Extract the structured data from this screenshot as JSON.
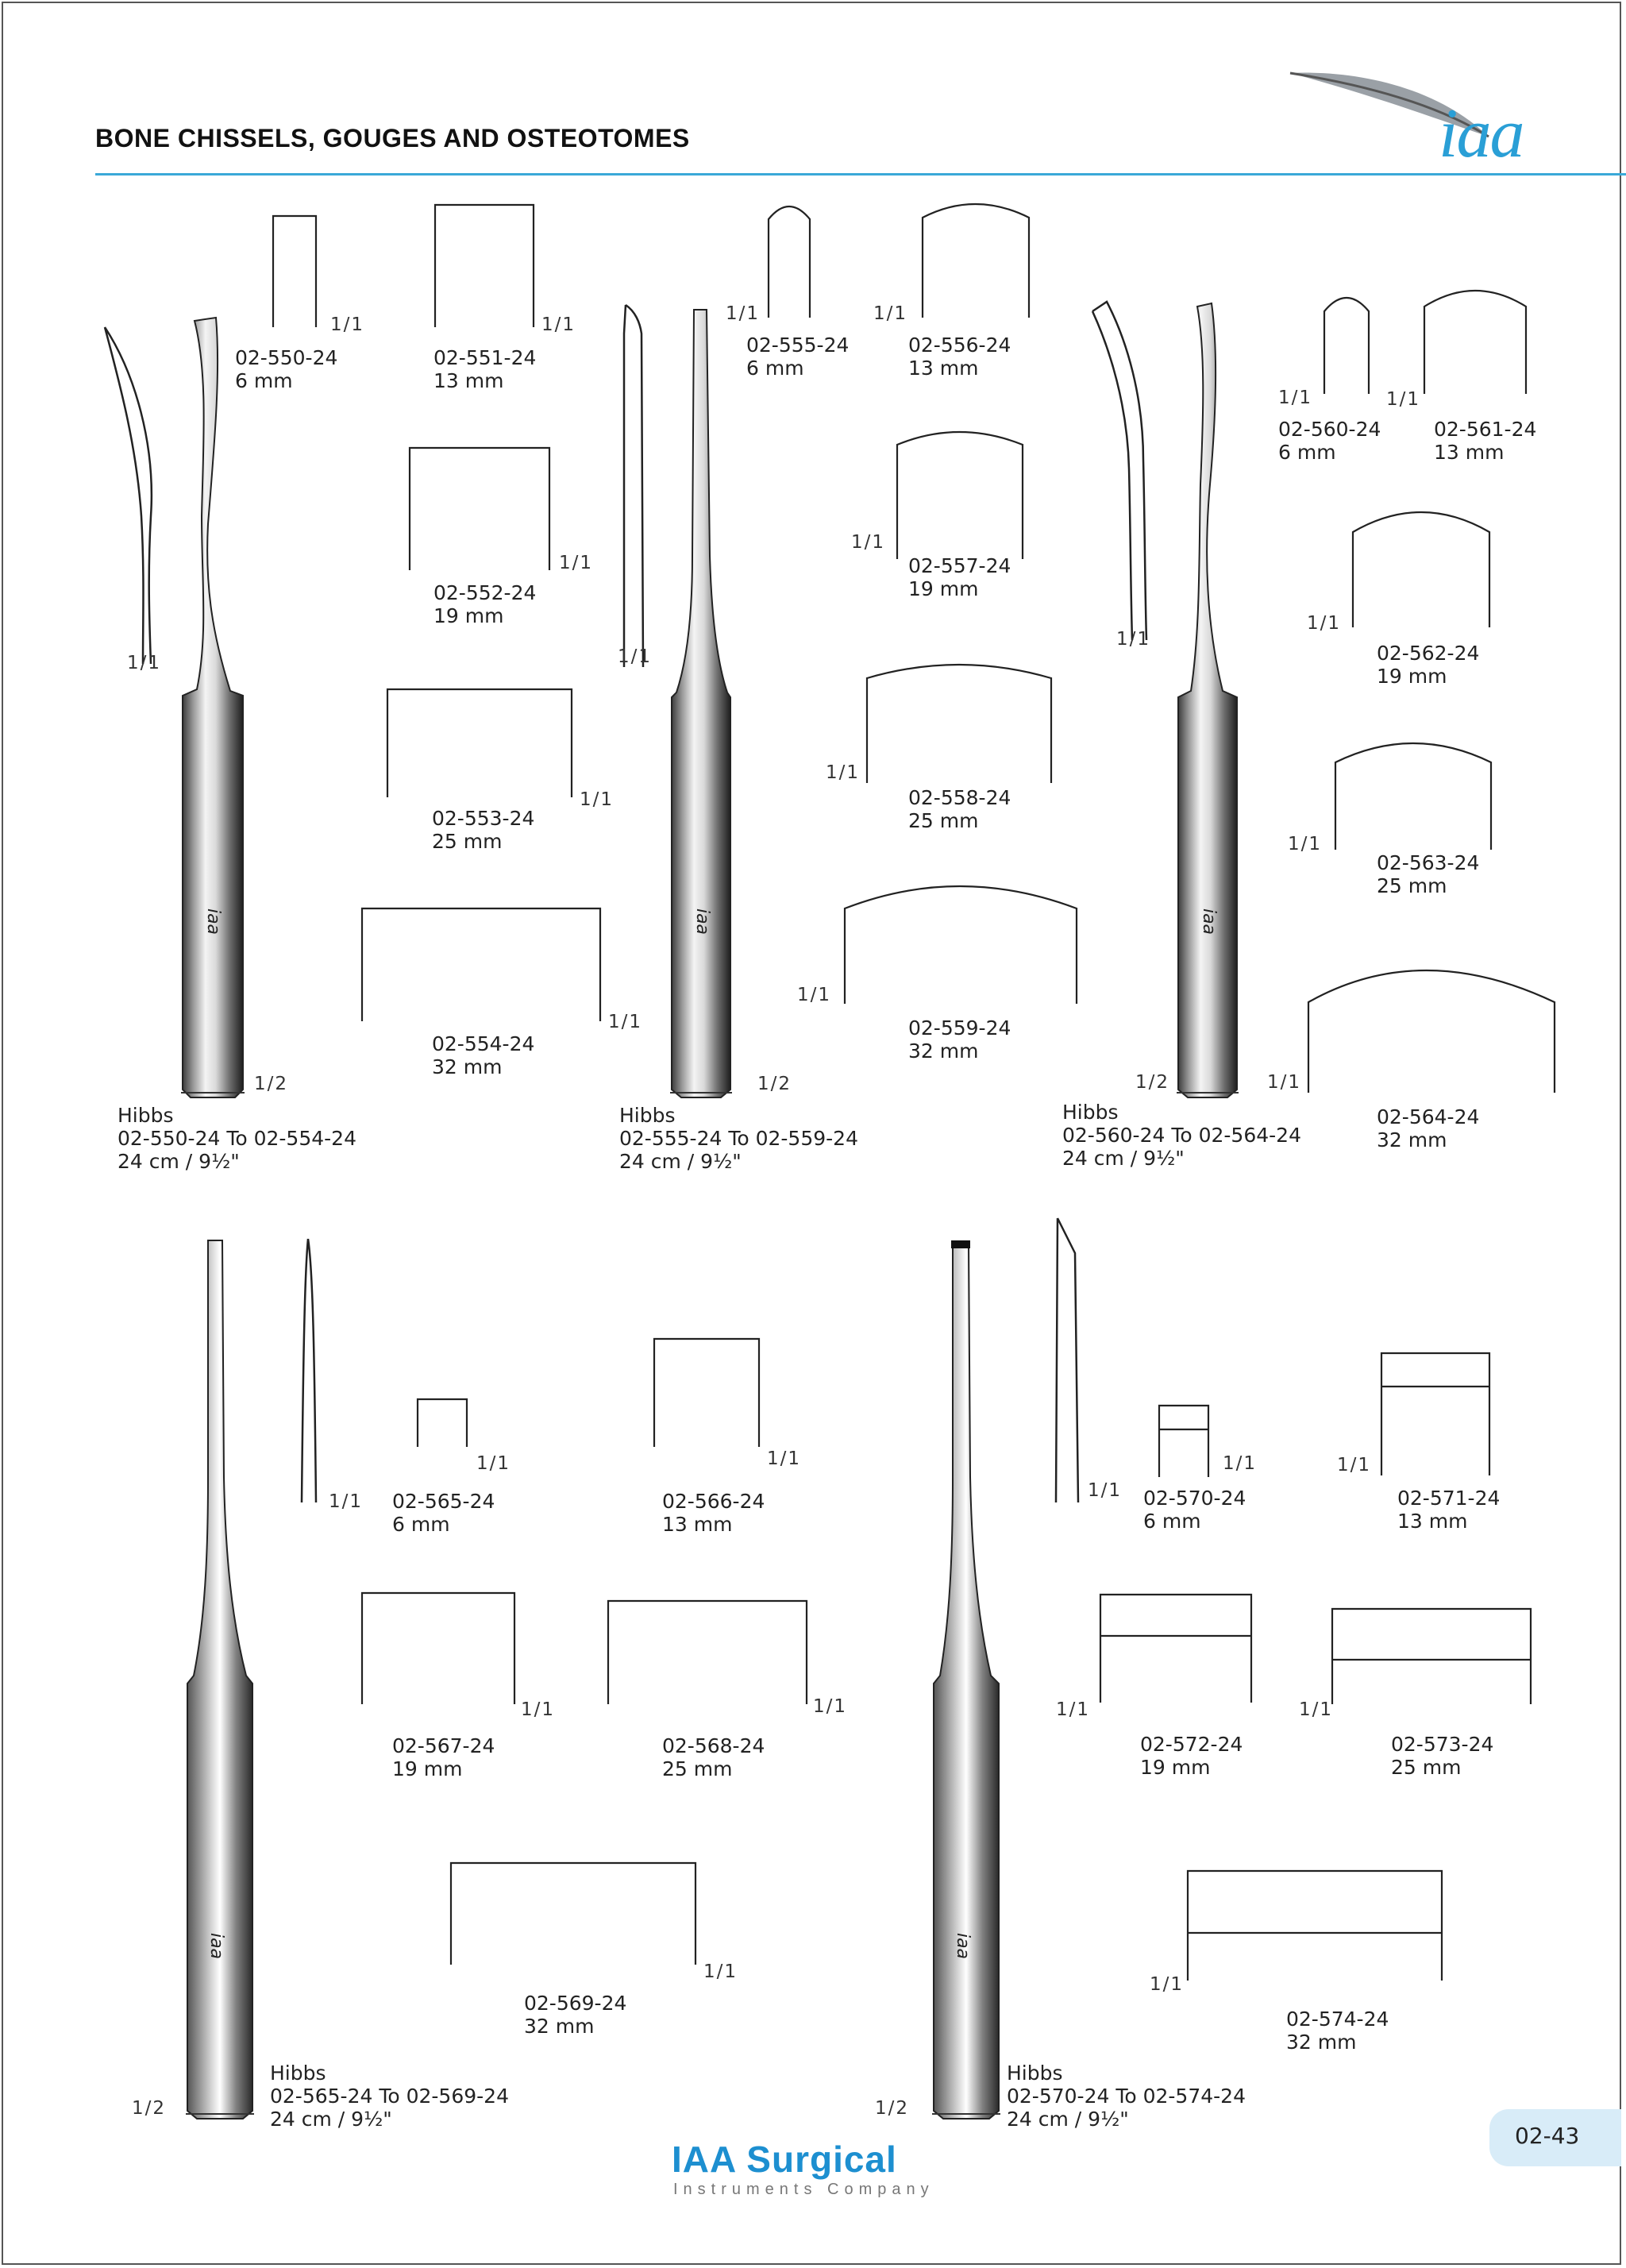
{
  "header": {
    "title": "BONE CHISSELS, GOUGES AND OSTEOTOMES",
    "logo_text": "iaa"
  },
  "colors": {
    "accent": "#3aa8d8",
    "brand": "#1d8fd0"
  },
  "instrument_mark": "iaa",
  "products": [
    {
      "code": "02-550-24",
      "size": "6 mm"
    },
    {
      "code": "02-551-24",
      "size": "13 mm"
    },
    {
      "code": "02-552-24",
      "size": "19 mm"
    },
    {
      "code": "02-553-24",
      "size": "25 mm"
    },
    {
      "code": "02-554-24",
      "size": "32 mm"
    },
    {
      "code": "02-555-24",
      "size": "6 mm"
    },
    {
      "code": "02-556-24",
      "size": "13 mm"
    },
    {
      "code": "02-557-24",
      "size": "19 mm"
    },
    {
      "code": "02-558-24",
      "size": "25 mm"
    },
    {
      "code": "02-559-24",
      "size": "32 mm"
    },
    {
      "code": "02-560-24",
      "size": "6 mm"
    },
    {
      "code": "02-561-24",
      "size": "13 mm"
    },
    {
      "code": "02-562-24",
      "size": "19 mm"
    },
    {
      "code": "02-563-24",
      "size": "25 mm"
    },
    {
      "code": "02-564-24",
      "size": "32 mm"
    },
    {
      "code": "02-565-24",
      "size": "6 mm"
    },
    {
      "code": "02-566-24",
      "size": "13 mm"
    },
    {
      "code": "02-567-24",
      "size": "19 mm"
    },
    {
      "code": "02-568-24",
      "size": "25 mm"
    },
    {
      "code": "02-569-24",
      "size": "32 mm"
    },
    {
      "code": "02-570-24",
      "size": "6 mm"
    },
    {
      "code": "02-571-24",
      "size": "13 mm"
    },
    {
      "code": "02-572-24",
      "size": "19 mm"
    },
    {
      "code": "02-573-24",
      "size": "25 mm"
    },
    {
      "code": "02-574-24",
      "size": "32 mm"
    }
  ],
  "scales": {
    "full": "1/1",
    "half": "1/2"
  },
  "groups": [
    {
      "name": "Hibbs",
      "range": "02-550-24 To 02-554-24",
      "length": "24 cm / 9½\""
    },
    {
      "name": "Hibbs",
      "range": "02-555-24 To 02-559-24",
      "length": "24 cm / 9½\""
    },
    {
      "name": "Hibbs",
      "range": "02-560-24 To 02-564-24",
      "length": "24 cm / 9½\""
    },
    {
      "name": "Hibbs",
      "range": "02-565-24 To 02-569-24",
      "length": "24 cm / 9½\""
    },
    {
      "name": "Hibbs",
      "range": "02-570-24 To 02-574-24",
      "length": "24 cm / 9½\""
    }
  ],
  "footer": {
    "brand": "IAA Surgical",
    "subtitle": "Instruments Company",
    "page": "02-43"
  }
}
